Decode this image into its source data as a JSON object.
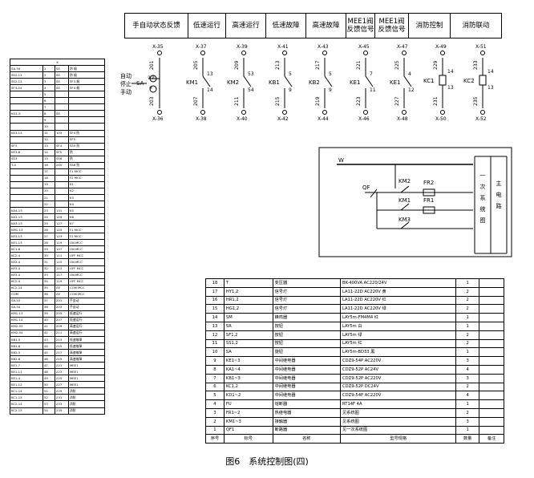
{
  "header": [
    "手自动状态反馈",
    "低速运行",
    "高速运行",
    "低速故障",
    "高速故障",
    "MEE1阀\n反馈信号",
    "MEE1阀\n反馈信号",
    "消防控制",
    "消防联动"
  ],
  "top_terminals": [
    "X-35",
    "X-37",
    "X-39",
    "X-41",
    "X-43",
    "X-45",
    "X-47",
    "X-49",
    "X-51"
  ],
  "bottom_terminals": [
    "X-36",
    "X-38",
    "X-40",
    "X-42",
    "X-44",
    "X-46",
    "X-48",
    "X-50",
    "X-52"
  ],
  "wire_top": [
    "201",
    "205",
    "209",
    "213",
    "217",
    "221",
    "225",
    "229",
    "233"
  ],
  "wire_bottom": [
    "203",
    "207",
    "211",
    "215",
    "219",
    "223",
    "227",
    "231",
    "235"
  ],
  "devices": [
    "KM1",
    "KM2",
    "KB1",
    "KB2",
    "KE1",
    "KE1",
    "KC1",
    "KC2"
  ],
  "pins": {
    "p13": "13",
    "p14": "14",
    "p53": "53",
    "p54": "54",
    "p9": "9",
    "p5": "5",
    "p7": "7",
    "p11": "11",
    "p12": "12",
    "p4": "4"
  },
  "switch_sa": {
    "auto": "自动",
    "stop": "停止",
    "sa": "SA",
    "manual": "手动",
    "c1": "①③",
    "c2": "④"
  },
  "power": {
    "qf": "QF",
    "km2": "KM2",
    "km1": "KM1",
    "km3": "KM3",
    "fr2": "FR2",
    "fr1": "FR1",
    "bus": "W"
  },
  "side_panel": {
    "left": "一次系统图",
    "right": "主电路"
  },
  "terminal_strip": {
    "head": "X",
    "rows": [
      [
        "SA-34",
        "1",
        "SS",
        "防",
        "烟"
      ],
      [
        "SS2-11",
        "2",
        "SS",
        "防",
        "烟"
      ],
      [
        "SS2-13",
        "3",
        "SS",
        "SF3",
        "烟"
      ],
      [
        "SF3-24",
        "4",
        "SS",
        "SF4",
        "烟"
      ],
      [
        "",
        "5",
        "",
        "",
        ""
      ],
      [
        "",
        "6",
        "",
        "",
        ""
      ],
      [
        "",
        "7",
        "",
        "",
        ""
      ],
      [
        "KG1-5",
        "8",
        "SS",
        "",
        ""
      ],
      [
        "",
        "9",
        "",
        "",
        ""
      ],
      [
        "",
        "10",
        "",
        "",
        ""
      ],
      [
        "KE3-13",
        "11",
        "103",
        "SF4",
        "防"
      ],
      [
        "",
        "12",
        "",
        "SF5",
        ""
      ],
      [
        "SF3",
        "13",
        "SF4",
        "SS5",
        "防"
      ],
      [
        "KE3-8",
        "14",
        "SF5",
        "防",
        ""
      ],
      [
        "SS3",
        "15",
        "SS6",
        "防",
        ""
      ],
      [
        "T-3",
        "16",
        "24V",
        "SS6",
        "防"
      ],
      [
        "",
        "17",
        "",
        "F1",
        "MCC"
      ],
      [
        "",
        "18",
        "",
        "F2",
        "MCC"
      ],
      [
        "",
        "19",
        "",
        "K1",
        ""
      ],
      [
        "",
        "20",
        "",
        "K2",
        ""
      ],
      [
        "",
        "21",
        "",
        "K3",
        ""
      ],
      [
        "",
        "22",
        "",
        "K4",
        ""
      ],
      [
        "KA4-13",
        "23",
        "131",
        "K5",
        ""
      ],
      [
        "KA1-13",
        "24",
        "129",
        "K6",
        ""
      ],
      [
        "KA3-13",
        "25",
        "127",
        "K7",
        ""
      ],
      [
        "KM1-13",
        "26",
        "125",
        "F1",
        "MCC"
      ],
      [
        "KE3-13",
        "27",
        "123",
        "F2",
        "MCC"
      ],
      [
        "KE1-13",
        "28",
        "119",
        "ON",
        "MCC"
      ],
      [
        "KC1-6",
        "29",
        "107",
        "ON",
        "MCC"
      ],
      [
        "KC2-4",
        "30",
        "111",
        "OFF",
        "MCC"
      ],
      [
        "KE2-4",
        "31",
        "115",
        "ON",
        "MCC"
      ],
      [
        "KE3-4",
        "32",
        "113",
        "OFF",
        "MCC"
      ],
      [
        "KE3-4",
        "33",
        "117",
        "ON",
        "MCC"
      ],
      [
        "KC2-4",
        "34",
        "119",
        "OFF",
        "MCC"
      ],
      [
        "KC2-14",
        "35",
        "0V",
        "COM",
        "MCC"
      ],
      [
        "COM",
        "36",
        "0V",
        "COM",
        "MCC"
      ],
      [
        "SA-33",
        "37",
        "201",
        "手自动"
      ],
      [
        "SA-34",
        "38",
        "203",
        "手自动"
      ],
      [
        "KM1-13",
        "39",
        "205",
        "低速运行"
      ],
      [
        "KM1-14",
        "40",
        "207",
        "低速运行"
      ],
      [
        "KM2-53",
        "41",
        "209",
        "高速运行"
      ],
      [
        "KM2-54",
        "42",
        "211",
        "高速运行"
      ],
      [
        "KB1-5",
        "43",
        "213",
        "低速故障"
      ],
      [
        "KB1-8",
        "44",
        "215",
        "低速故障"
      ],
      [
        "KB2-5",
        "45",
        "217",
        "高速故障"
      ],
      [
        "KB2-8",
        "46",
        "219",
        "高速故障"
      ],
      [
        "KE1-7",
        "47",
        "221",
        "MEE1"
      ],
      [
        "KE1-11",
        "48",
        "223",
        "MEE1"
      ],
      [
        "KE1-4",
        "49",
        "225",
        "MEE1"
      ],
      [
        "KE1-12",
        "50",
        "227",
        "MEE1"
      ],
      [
        "KC1-14",
        "51",
        "229",
        "消防"
      ],
      [
        "KC1-13",
        "52",
        "231",
        "消防"
      ],
      [
        "KC2-14",
        "53",
        "233",
        "消防"
      ],
      [
        "KC2-13",
        "54",
        "235",
        "消防"
      ]
    ]
  },
  "bom": {
    "rows": [
      [
        "18",
        "T",
        "变压器",
        "BK-400VA AC220/24V",
        "1",
        ""
      ],
      [
        "17",
        "HY1,2",
        "信号灯",
        "LA11-22D AC220V 黄",
        "2",
        ""
      ],
      [
        "16",
        "HR1,2",
        "信号灯",
        "LA11-22D AC220V 红",
        "2",
        ""
      ],
      [
        "15",
        "HG1,2",
        "信号灯",
        "LA11-22D AC220V 绿",
        "2",
        ""
      ],
      [
        "14",
        "SM",
        "蜂鸣器",
        "LAY5m-FM4M4 红",
        "1",
        ""
      ],
      [
        "13",
        "SR",
        "按钮",
        "LAY5m 白",
        "1",
        ""
      ],
      [
        "12",
        "SF1,2",
        "按钮",
        "LAY5m 绿",
        "2",
        ""
      ],
      [
        "11",
        "SS1,2",
        "按钮",
        "LAY5m 红",
        "2",
        ""
      ],
      [
        "10",
        "SA",
        "旋钮",
        "LAY5m-BD33 黑",
        "1",
        ""
      ],
      [
        "9",
        "KE1~3",
        "中间继电器",
        "CDZ9-54P AC220V",
        "3",
        ""
      ],
      [
        "8",
        "KA1~4",
        "中间继电器",
        "CDZ9-52P AC24V",
        "4",
        ""
      ],
      [
        "7",
        "KB1~3",
        "中间继电器",
        "CDZ9-52P AC220V",
        "3",
        ""
      ],
      [
        "6",
        "KC1,2",
        "中间继电器",
        "CDZ9-52P DC24V",
        "2",
        ""
      ],
      [
        "5",
        "KD1~2",
        "中间继电器",
        "CDZ9-54P AC220V",
        "4",
        ""
      ],
      [
        "4",
        "FU",
        "熔断器",
        "RT14F 4A",
        "1",
        ""
      ],
      [
        "3",
        "FR1~2",
        "热继电器",
        "见系统图",
        "2",
        ""
      ],
      [
        "2",
        "KM1~3",
        "接触器",
        "见系统图",
        "3",
        ""
      ],
      [
        "1",
        "QF1",
        "断路器",
        "见一次系统图",
        "1",
        ""
      ]
    ],
    "head": [
      "序号",
      "标号",
      "名称",
      "型号规格",
      "数量",
      "备注"
    ]
  },
  "caption": "图6　系统控制图(四)"
}
